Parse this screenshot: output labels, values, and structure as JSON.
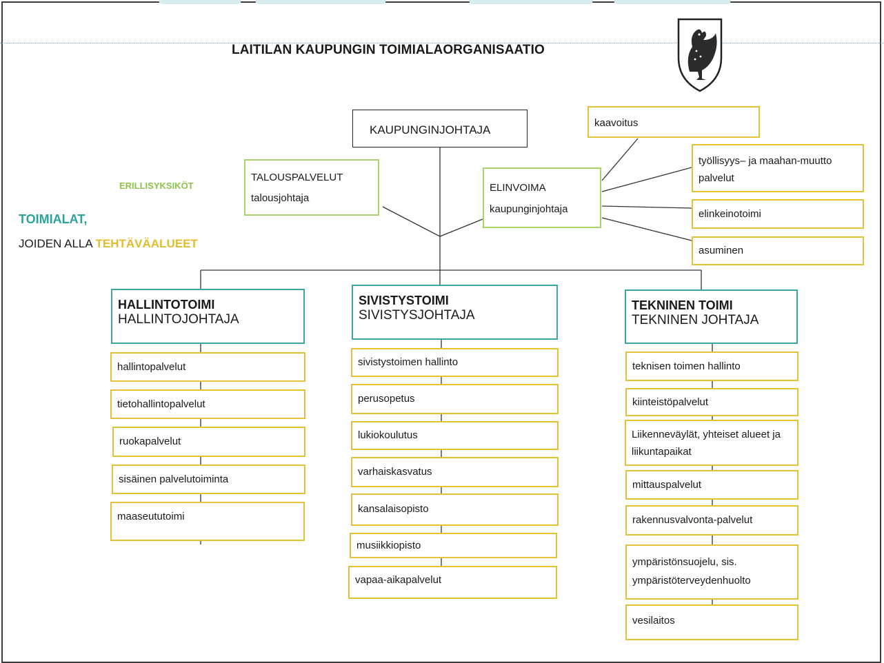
{
  "title": "LAITILAN KAUPUNGIN TOIMIALAORGANISAATIO",
  "legend": {
    "erillisyksikot": "ERILLISYKSIKÖT",
    "toimialat": "TOIMIALAT,",
    "joiden_alla": "JOIDEN ALLA",
    "tehtavaalueet": "TEHTÄVÄALUEET"
  },
  "leader": "KAUPUNGINJOHTAJA",
  "separate_units": {
    "talous": {
      "line1": "TALOUSPALVELUT",
      "line2": "talousjohtaja"
    },
    "elinvoima": {
      "line1": "ELINVOIMA",
      "line2": "kaupunginjohtaja"
    }
  },
  "elinvoima_areas": [
    "kaavoitus",
    "työllisyys– ja maahan-muutto palvelut",
    "elinkeinotoimi",
    "asuminen"
  ],
  "departments": [
    {
      "name": "HALLINTOTOIMI",
      "head": "HALLINTOJOHTAJA",
      "areas": [
        "hallintopalvelut",
        "tietohallintopalvelut",
        "ruokapalvelut",
        "sisäinen palvelutoiminta",
        "maaseututoimi"
      ]
    },
    {
      "name": "SIVISTYSTOIMI",
      "head": "SIVISTYSJOHTAJA",
      "areas": [
        "sivistystoimen hallinto",
        "perusopetus",
        "lukiokoulutus",
        "varhaiskasvatus",
        "kansalaisopisto",
        "musiikkiopisto",
        "vapaa-aikapalvelut"
      ]
    },
    {
      "name": "TEKNINEN TOIMI",
      "head": "TEKNINEN JOHTAJA",
      "areas": [
        "teknisen toimen hallinto",
        "kiinteistöpalvelut",
        "Liikenneväylät, yhteiset alueet ja liikuntapaikat",
        "mittauspalvelut",
        "rakennusvalvonta-palvelut",
        "ympäristönsuojelu, sis. ympäristöterveydenhuolto",
        "vesilaitos"
      ]
    }
  ],
  "colors": {
    "department_border": "#3aa7a0",
    "area_border": "#e3c23a",
    "separate_unit_border": "#a8d36a",
    "legend_teal": "#2aa39b",
    "legend_yellow": "#e1bd2c",
    "legend_green": "#8cc44a"
  },
  "logo": {
    "name": "coat-of-arms-rooster"
  }
}
